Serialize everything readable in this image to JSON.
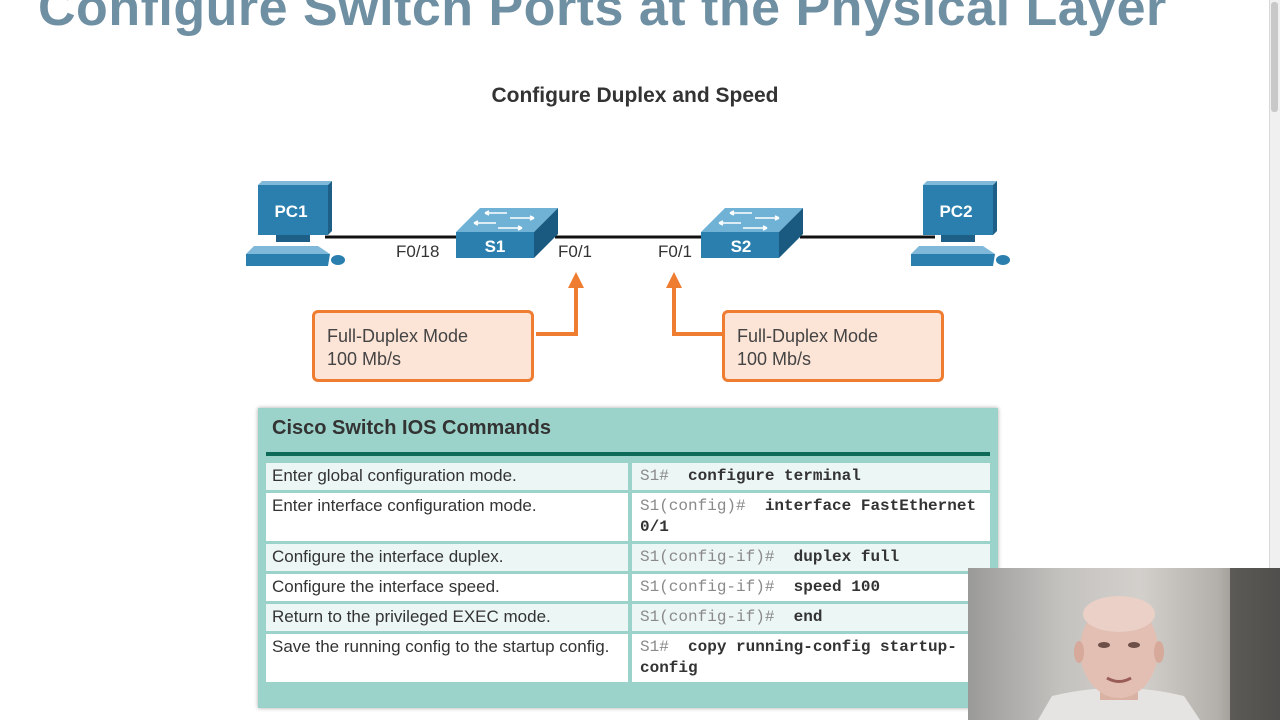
{
  "slide": {
    "title": "Configure Switch Ports at the Physical Layer"
  },
  "figure": {
    "title": "Configure Duplex and Speed",
    "devices": {
      "pc1": "PC1",
      "s1": "S1",
      "s2": "S2",
      "pc2": "PC2"
    },
    "ports": {
      "s1_pc": "F0/18",
      "s1_trunk": "F0/1",
      "s2_trunk": "F0/1"
    },
    "callouts": [
      {
        "line1": "Full-Duplex Mode",
        "line2": "100 Mb/s"
      },
      {
        "line1": "Full-Duplex Mode",
        "line2": "100 Mb/s"
      }
    ],
    "colors": {
      "device_blue": "#2b7fae",
      "callout_border": "#ef7d31",
      "callout_fill": "#fce4d6",
      "panel_teal": "#9bd3ca",
      "panel_rule": "#0e6a58"
    }
  },
  "commands": {
    "header": "Cisco Switch IOS Commands",
    "rows": [
      {
        "desc": "Enter global configuration mode.",
        "prompt": "S1#",
        "command": "configure terminal"
      },
      {
        "desc": "Enter interface configuration mode.",
        "prompt": "S1(config)#",
        "command": "interface FastEthernet 0/1"
      },
      {
        "desc": "Configure the interface duplex.",
        "prompt": "S1(config-if)#",
        "command": "duplex full"
      },
      {
        "desc": "Configure the interface speed.",
        "prompt": "S1(config-if)#",
        "command": "speed 100"
      },
      {
        "desc": "Return to the privileged EXEC mode.",
        "prompt": "S1(config-if)#",
        "command": "end"
      },
      {
        "desc": "Save the running config to the startup config.",
        "prompt": "S1#",
        "command": "copy running-config startup-config"
      }
    ]
  }
}
